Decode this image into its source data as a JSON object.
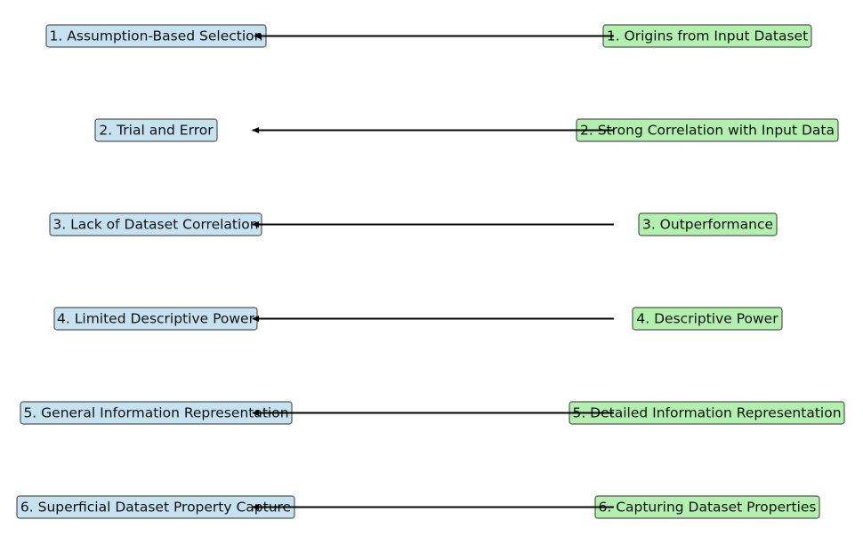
{
  "colors": {
    "left_box_fill": "#c6e2f0",
    "right_box_fill": "#b3f0b0",
    "box_stroke": "#555555",
    "arrow": "#000000"
  },
  "rows": [
    {
      "left": "1. Assumption-Based Selection",
      "right": "1. Origins from Input Dataset"
    },
    {
      "left": "2. Trial and Error",
      "right": "2. Strong Correlation with Input Data"
    },
    {
      "left": "3. Lack of Dataset Correlation",
      "right": "3. Outperformance"
    },
    {
      "left": "4. Limited Descriptive Power",
      "right": "4. Descriptive Power"
    },
    {
      "left": "5. General Information Representation",
      "right": "5. Detailed Information Representation"
    },
    {
      "left": "6. Superficial Dataset Property Capture",
      "right": "6. Capturing Dataset Properties"
    }
  ]
}
